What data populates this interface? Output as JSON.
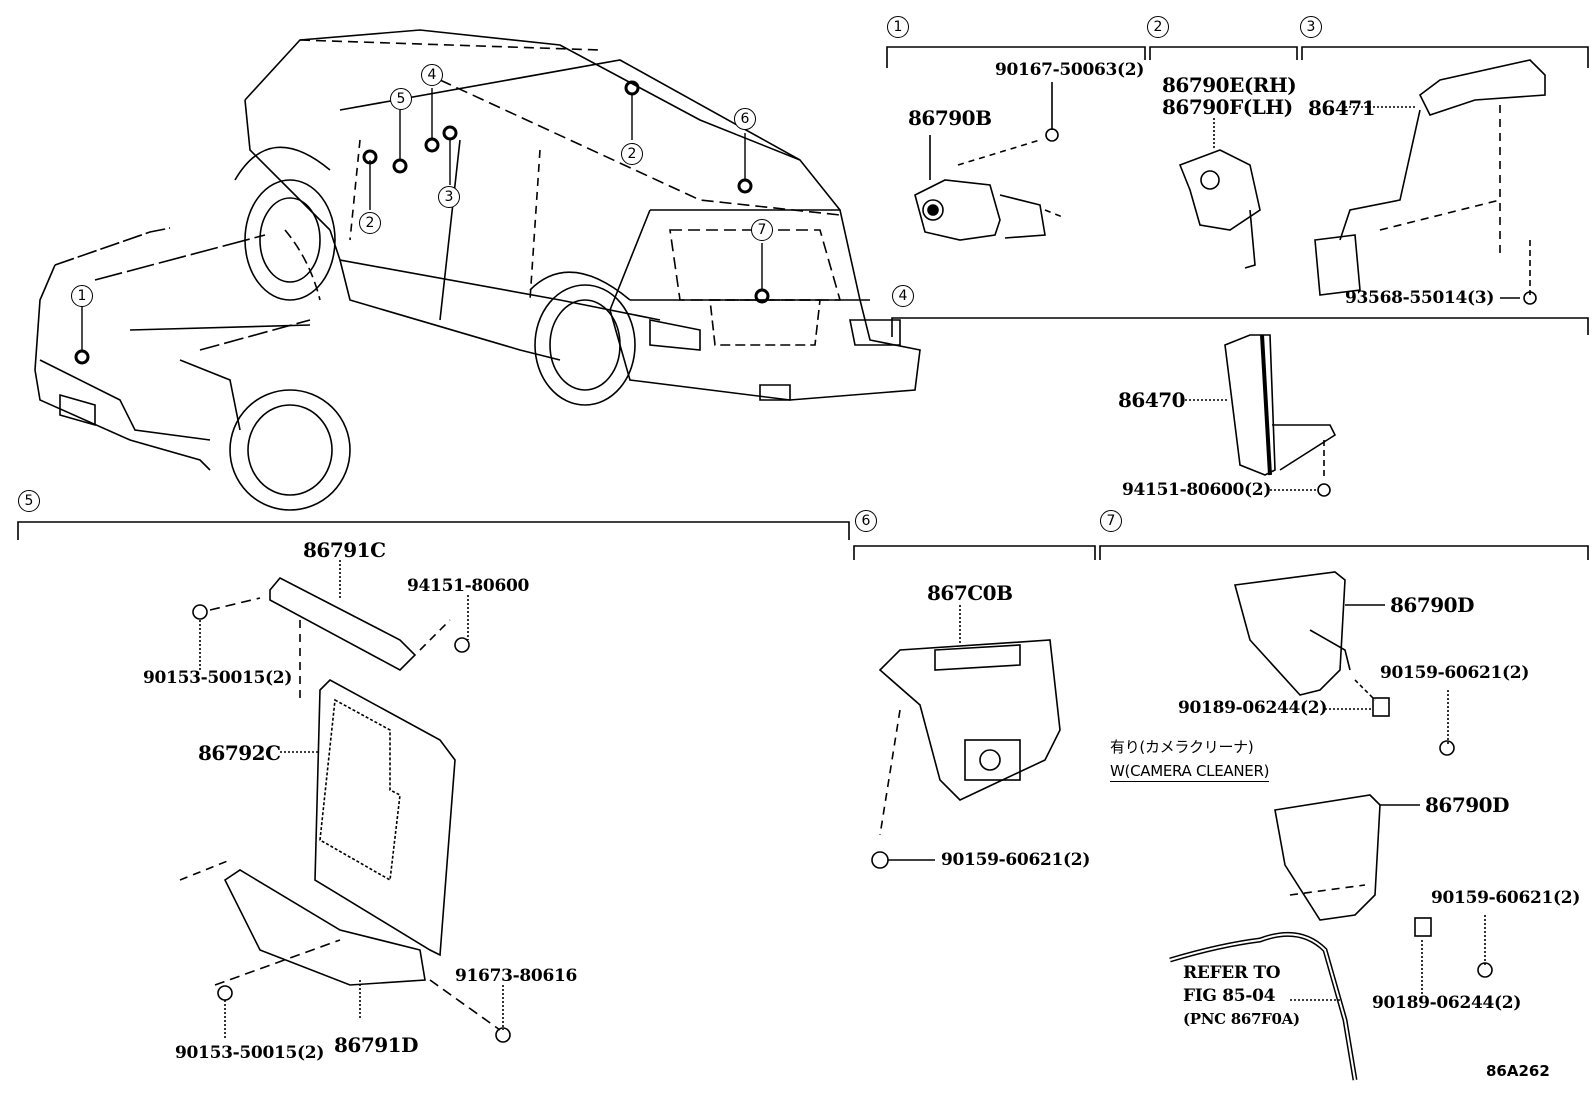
{
  "diagram": {
    "type": "parts-exploded-view",
    "ref_code": "86A262",
    "vehicle_callouts": [
      "1",
      "2",
      "2",
      "3",
      "3",
      "4",
      "5",
      "6",
      "7"
    ],
    "sections": [
      {
        "id": "1",
        "parts": [
          {
            "pn": "86790B"
          },
          {
            "pn": "90167-50063(2)"
          }
        ]
      },
      {
        "id": "2",
        "parts": [
          {
            "pn": "86790E(RH)"
          },
          {
            "pn": "86790F(LH)"
          }
        ]
      },
      {
        "id": "3",
        "parts": [
          {
            "pn": "86471"
          },
          {
            "pn": "93568-55014(3)"
          }
        ]
      },
      {
        "id": "4",
        "parts": [
          {
            "pn": "86470"
          },
          {
            "pn": "94151-80600(2)"
          }
        ]
      },
      {
        "id": "5",
        "parts": [
          {
            "pn": "86791C"
          },
          {
            "pn": "94151-80600"
          },
          {
            "pn": "90153-50015(2)"
          },
          {
            "pn": "86792C"
          },
          {
            "pn": "91673-80616"
          },
          {
            "pn": "90153-50015(2)"
          },
          {
            "pn": "86791D"
          }
        ]
      },
      {
        "id": "6",
        "parts": [
          {
            "pn": "867C0B"
          },
          {
            "pn": "90159-60621(2)"
          }
        ]
      },
      {
        "id": "7",
        "parts": [
          {
            "pn": "86790D"
          },
          {
            "pn": "90159-60621(2)"
          },
          {
            "pn": "90189-06244(2)"
          },
          {
            "pn": "86790D"
          },
          {
            "pn": "90159-60621(2)"
          },
          {
            "pn": "90189-06244(2)"
          }
        ]
      }
    ],
    "notes": {
      "camera_cleaner_jp": "有り(カメラクリーナ)",
      "camera_cleaner_en": "W(CAMERA CLEANER)",
      "refer_line1": "REFER TO",
      "refer_line2": "FIG 85-04",
      "refer_line3": "(PNC 867F0A)"
    }
  }
}
